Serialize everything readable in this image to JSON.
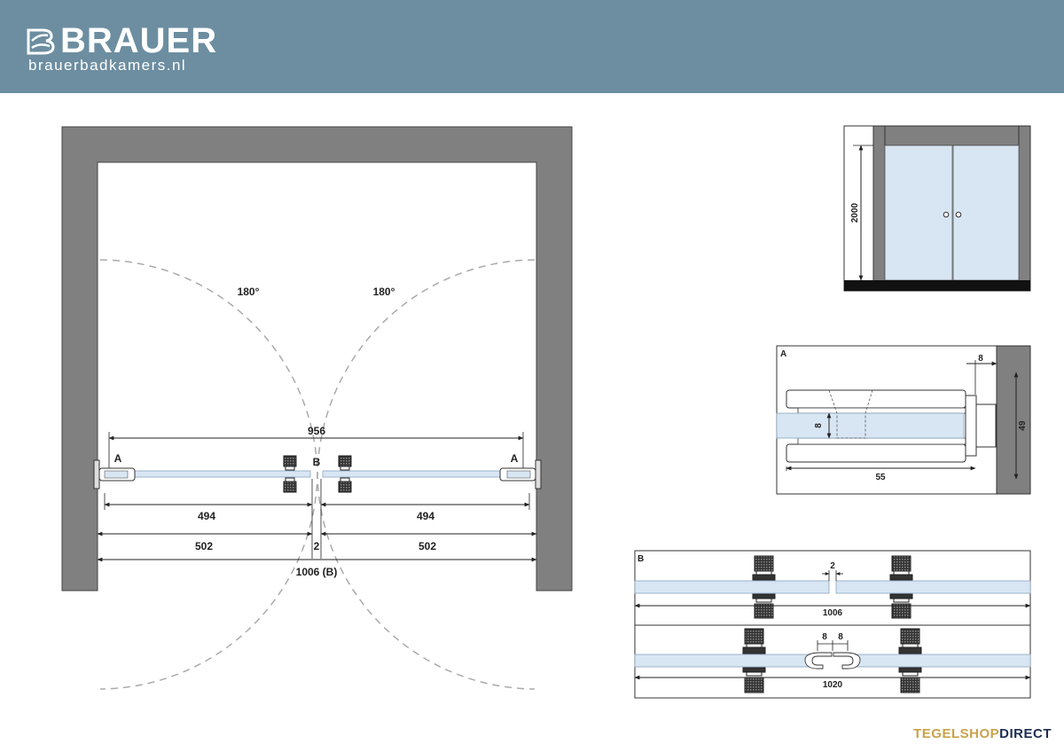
{
  "brand": {
    "name": "BRAUER",
    "url": "brauerbadkamers.nl"
  },
  "plan": {
    "angle_left": "180°",
    "angle_right": "180°",
    "label_b": "B",
    "label_a_left": "A",
    "label_a_right": "A",
    "dim_956": "956",
    "dim_494_left": "494",
    "dim_494_right": "494",
    "dim_502_left": "502",
    "dim_502_right": "502",
    "dim_2": "2",
    "dim_1006": "1006 (B)"
  },
  "elevation": {
    "height": "2000"
  },
  "detail_a": {
    "label": "A",
    "dim_8_top": "8",
    "dim_8_side": "8",
    "dim_55": "55",
    "dim_49": "49"
  },
  "detail_b": {
    "label": "B",
    "gap": "2",
    "width_1": "1006",
    "dim_8a": "8",
    "dim_8b": "8",
    "width_2": "1020"
  },
  "footer": {
    "part1": "TEGELSHOP",
    "part2": "DIRECT"
  }
}
